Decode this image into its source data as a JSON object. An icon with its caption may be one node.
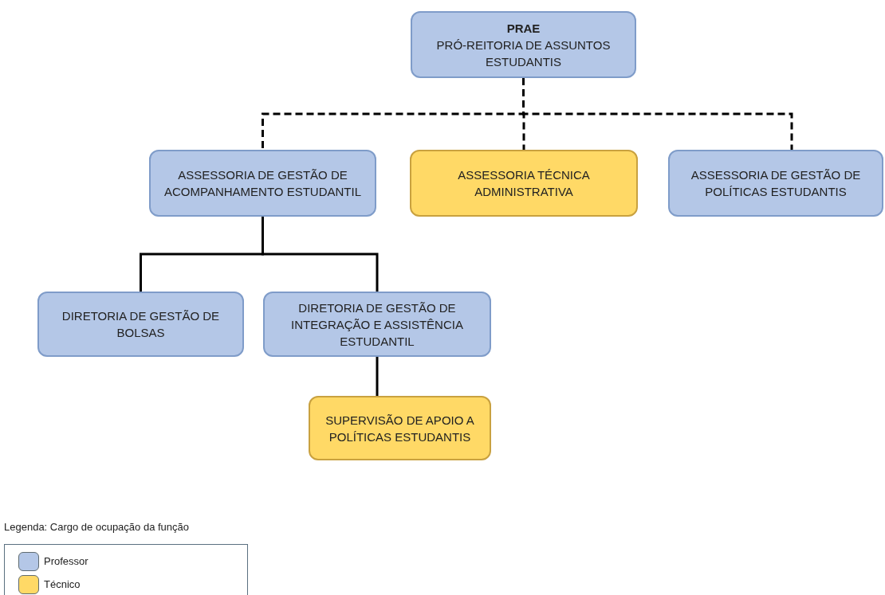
{
  "diagram": {
    "nodes": [
      {
        "text": [
          "PRAE",
          "PRÓ-REITORIA DE ASSUNTOS ESTUDANTIS"
        ]
      },
      {
        "text": [
          "ASSESSORIA DE GESTÃO DE ACOMPANHAMENTO ESTUDANTIL"
        ]
      },
      {
        "text": [
          "ASSESSORIA TÉCNICA ADMINISTRATIVA"
        ]
      },
      {
        "text": [
          "ASSESSORIA DE GESTÃO DE POLÍTICAS ESTUDANTIS"
        ]
      },
      {
        "text": [
          "DIRETORIA DE GESTÃO DE BOLSAS"
        ]
      },
      {
        "text": [
          "DIRETORIA DE GESTÃO DE INTEGRAÇÃO E ASSISTÊNCIA ESTUDANTIL"
        ]
      },
      {
        "text": [
          "SUPERVISÃO DE APOIO A POLÍTICAS ESTUDANTIS"
        ]
      }
    ],
    "edges": [
      {
        "from": 0,
        "to": 1,
        "arrow": "none",
        "style": "dashed"
      },
      {
        "from": 0,
        "to": 2,
        "arrow": "none",
        "style": "dashed"
      },
      {
        "from": 0,
        "to": 3,
        "arrow": "none",
        "style": "dashed"
      },
      {
        "from": 1,
        "to": 4,
        "arrow": "none"
      },
      {
        "from": 1,
        "to": 5,
        "arrow": "none"
      },
      {
        "from": 5,
        "to": 6,
        "arrow": "none"
      }
    ],
    "labels": [
      "Legenda: Cargo de ocupação da função"
    ],
    "legend": [
      {
        "text": "Professor",
        "color": "#b4c7e7"
      },
      {
        "text": "Técnico",
        "color": "#ffd966"
      }
    ]
  }
}
